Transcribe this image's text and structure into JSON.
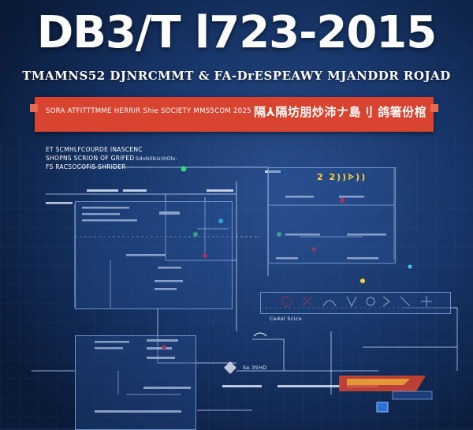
{
  "title": "DB3/T l723-2015",
  "subtitle": "TMAMNS52 DJNRCMMT & FA-DrESPEAWY  MJANDDR ROJAD",
  "band": {
    "left_text": "SORA ATFITTTMME HERRIR Shie SOCIETY MMS5COM 2025",
    "right_text": "隔⅄隔坊朋炒沛ナ島刂 鸽箸份棺"
  },
  "info_lines": [
    "ET SCMHLFCOURDE INASCENC",
    "SHOPNS SCRION OF GRIFED",
    "FS RACSOCOFIS SHRIDER"
  ],
  "inline_labels": {
    "top_middle": "Sdoblibis)0Ols-",
    "panel_b_code": "2 2))ᗌ))",
    "strip_label": "Ce4ol Scico",
    "lower_label": "Se.3SHD"
  },
  "colors": {
    "background": "#0f2447",
    "band": "#d8442f",
    "panel_border": "#6e90c8",
    "accent_yellow": "#ffd23a",
    "accent_green": "#39d37a",
    "accent_red": "#e0283c",
    "accent_cyan": "#3cc7ff"
  }
}
